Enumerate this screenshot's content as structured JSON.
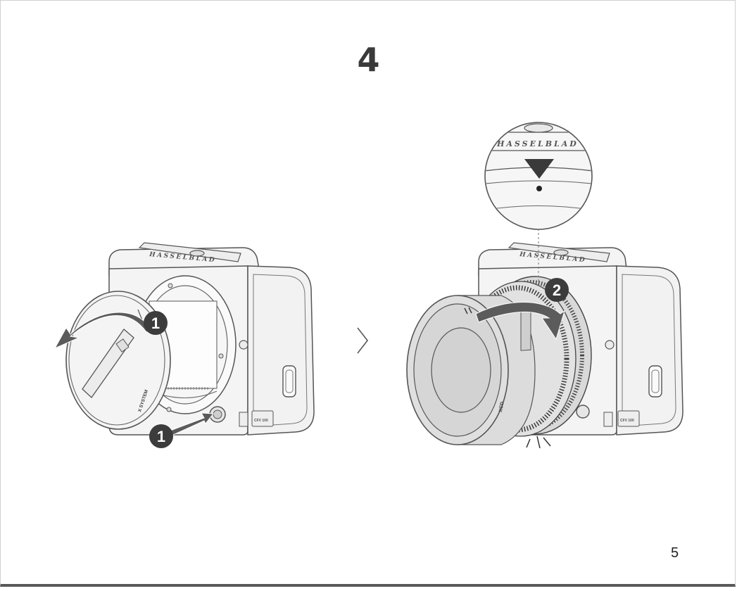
{
  "page": {
    "step_number": "4",
    "page_number": "5"
  },
  "illustration_left": {
    "brand_logo": "HASSELBLAD",
    "model_plate": "CFV 100",
    "cap_text": "X SYSTEM",
    "step_badges": [
      "1",
      "1"
    ]
  },
  "illustration_right": {
    "brand_logo": "HASSELBLAD",
    "model_plate": "CFV 100",
    "lens_text": "XCD",
    "step_badge": "2",
    "zoom_logo": "HASSELBLAD"
  },
  "icons": {
    "divider": "chevron-right-icon",
    "alignment": "triangle-down-icon",
    "click": "click-sound-icon"
  },
  "colors": {
    "line": "#555555",
    "body_fill": "#f4f4f4",
    "badge_fill": "#3c3c3c",
    "arrow_fill": "#5b5b5b",
    "lens_fill": "#dcdcdc"
  }
}
